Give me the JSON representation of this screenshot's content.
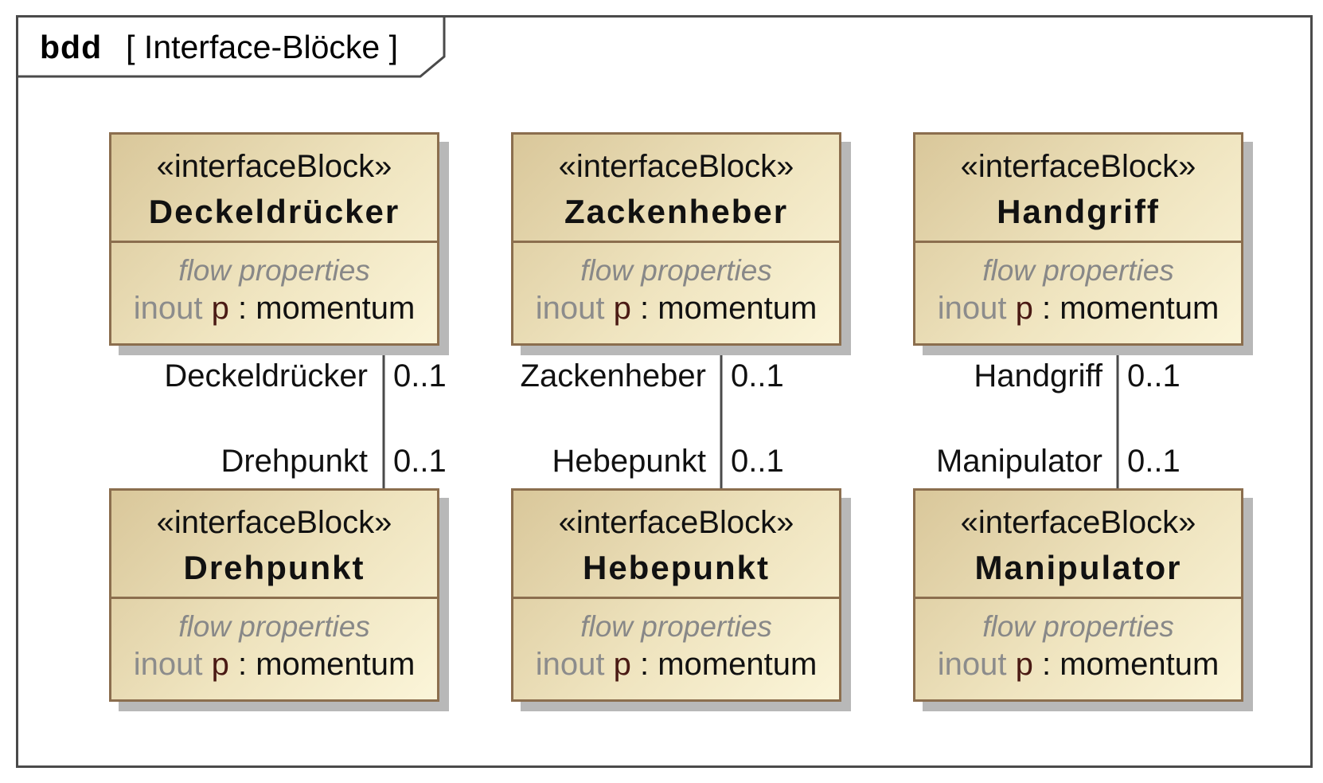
{
  "frame": {
    "kind": "bdd",
    "title": "[ Interface-Blöcke ]"
  },
  "blocks": [
    {
      "stereotype": "«interfaceBlock»",
      "name": "Deckeldrücker",
      "compartment": "flow properties",
      "direction": "inout",
      "property": "p",
      "type": " : momentum"
    },
    {
      "stereotype": "«interfaceBlock»",
      "name": "Zackenheber",
      "compartment": "flow properties",
      "direction": "inout",
      "property": "p",
      "type": " : momentum"
    },
    {
      "stereotype": "«interfaceBlock»",
      "name": "Handgriff",
      "compartment": "flow properties",
      "direction": "inout",
      "property": "p",
      "type": " : momentum"
    },
    {
      "stereotype": "«interfaceBlock»",
      "name": "Drehpunkt",
      "compartment": "flow properties",
      "direction": "inout",
      "property": "p",
      "type": " : momentum"
    },
    {
      "stereotype": "«interfaceBlock»",
      "name": "Hebepunkt",
      "compartment": "flow properties",
      "direction": "inout",
      "property": "p",
      "type": " : momentum"
    },
    {
      "stereotype": "«interfaceBlock»",
      "name": "Manipulator",
      "compartment": "flow properties",
      "direction": "inout",
      "property": "p",
      "type": " : momentum"
    }
  ],
  "associations": [
    {
      "top_role": "Deckeldrücker",
      "top_mult": "0..1",
      "bottom_role": "Drehpunkt",
      "bottom_mult": "0..1"
    },
    {
      "top_role": "Zackenheber",
      "top_mult": "0..1",
      "bottom_role": "Hebepunkt",
      "bottom_mult": "0..1"
    },
    {
      "top_role": "Handgriff",
      "top_mult": "0..1",
      "bottom_role": "Manipulator",
      "bottom_mult": "0..1"
    }
  ],
  "colors": {
    "block_border": "#8b6e4e",
    "block_fill_start": "#d9c79a",
    "block_fill_end": "#fbf5d9",
    "frame_border": "#4a4a4a",
    "shadow": "#b8b8b8"
  }
}
